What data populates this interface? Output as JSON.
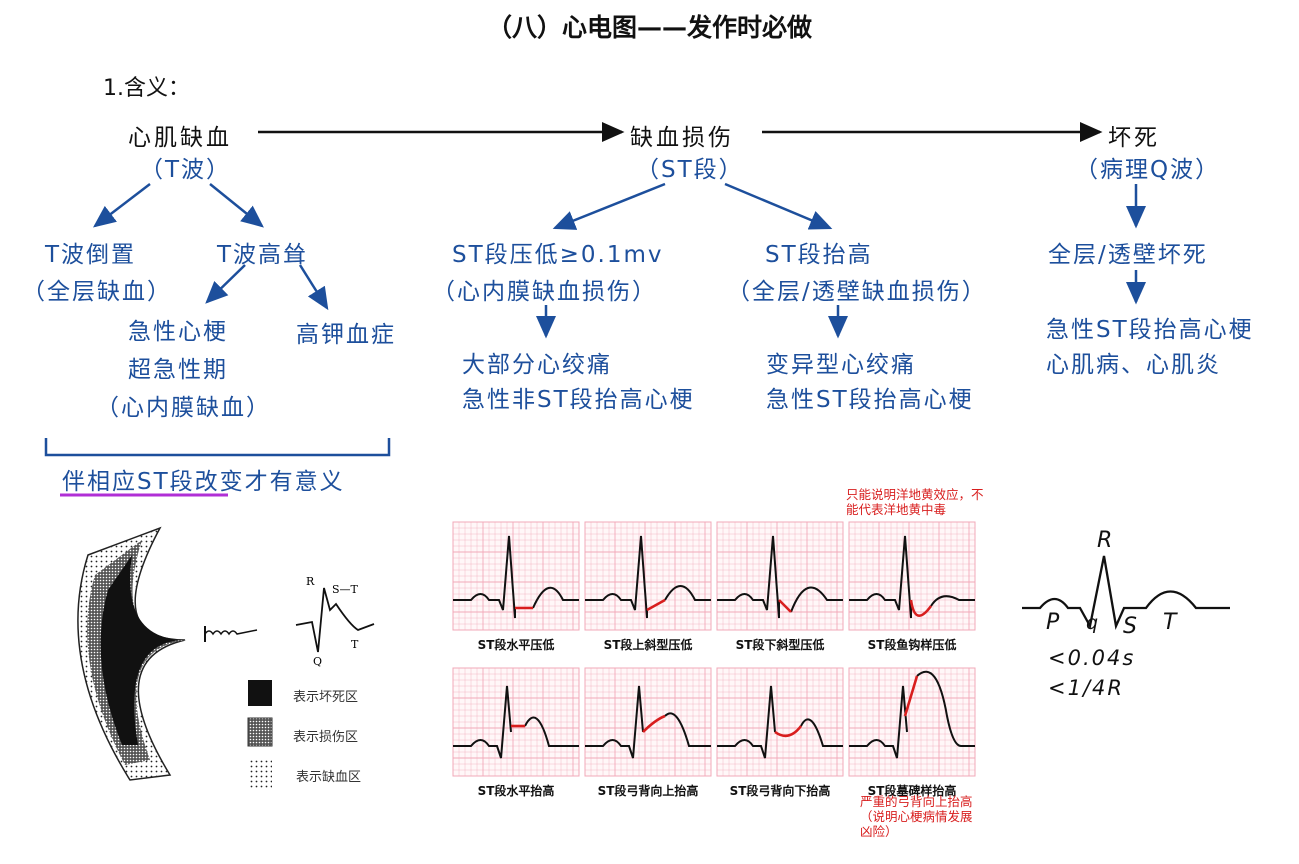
{
  "title": "（八）心电图——发作时必做",
  "meaning_label": "1.含义：",
  "stages": {
    "ischemia": {
      "label": "心肌缺血",
      "sub": "（T波）"
    },
    "injury": {
      "label": "缺血损伤",
      "sub": "（ST段）"
    },
    "necrosis": {
      "label": "坏死",
      "sub": "（病理Q波）"
    }
  },
  "ischemia": {
    "t_inverted": {
      "label": "T波倒置",
      "sub": "（全层缺血）"
    },
    "t_peaked": {
      "label": "T波高耸"
    },
    "t_peaked_causes": [
      "急性心梗",
      "超急性期",
      "（心内膜缺血）"
    ],
    "hyperkalemia": "高钾血症",
    "note": "伴相应ST段改变才有意义"
  },
  "injury": {
    "depression": {
      "label": "ST段压低≥0.1mv",
      "sub": "（心内膜缺血损伤）",
      "causes": [
        "大部分心绞痛",
        "急性非ST段抬高心梗"
      ]
    },
    "elevation": {
      "label": "ST段抬高",
      "sub": "（全层/透壁缺血损伤）",
      "causes": [
        "变异型心绞痛",
        "急性ST段抬高心梗"
      ]
    }
  },
  "necrosis": {
    "label": "全层/透壁坏死",
    "causes": [
      "急性ST段抬高心梗",
      "心肌病、心肌炎"
    ]
  },
  "zone_figure": {
    "wave_labels": {
      "r": "R",
      "st": "S—T",
      "q": "Q",
      "t": "T"
    },
    "legend": [
      "表示坏死区",
      "表示损伤区",
      "表示缺血区"
    ]
  },
  "ecg_panels": {
    "top_note": "只能说明洋地黄效应，不\n能代表洋地黄中毒",
    "captions_row1": [
      "ST段水平压低",
      "ST段上斜型压低",
      "ST段下斜型压低",
      "ST段鱼钩样压低"
    ],
    "captions_row2": [
      "ST段水平抬高",
      "ST段弓背向上抬高",
      "ST段弓背向下抬高",
      "ST段墓碑样抬高"
    ],
    "bottom_note": "严重的弓背向上抬高\n（说明心梗病情发展\n凶险）"
  },
  "q_wave": {
    "labels": {
      "r": "R",
      "p": "P",
      "q": "q",
      "s": "S",
      "t": "T"
    },
    "criteria": [
      "<0.04s",
      "<1/4R"
    ]
  },
  "colors": {
    "ink": "#1d4f9c",
    "note_red": "#d81e1e",
    "underline": "#b02fd6",
    "grid": "#f2a8b8",
    "st_red": "#d81e1e"
  }
}
